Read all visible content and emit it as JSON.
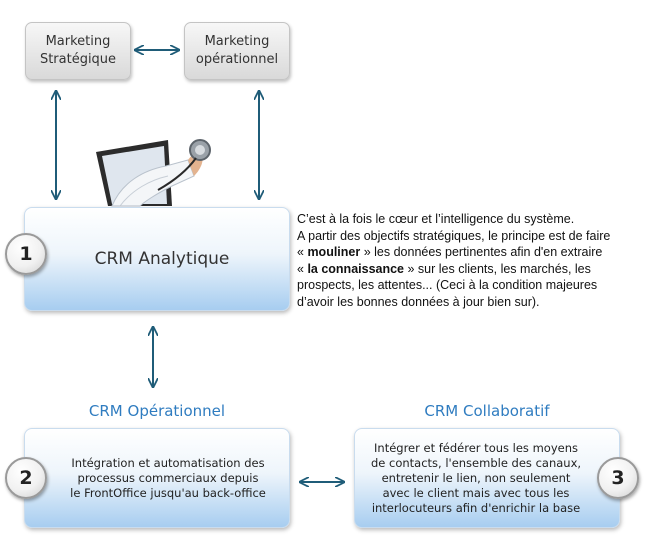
{
  "marketing": {
    "strategique": [
      "Marketing",
      "Stratégique"
    ],
    "operationnel": [
      "Marketing",
      "opérationnel"
    ]
  },
  "analytique": {
    "number": "1",
    "label": "CRM Analytique",
    "desc": {
      "line1": "C’est à la fois le cœur et l’intelligence du système.",
      "line2": "A partir des objectifs stratégiques, le principe est de faire",
      "line3_pre": "« ",
      "line3_bold": "mouliner",
      "line3_post": " » les données pertinentes afin d'en extraire",
      "line4_pre": "« ",
      "line4_bold": "la connaissance",
      "line4_post": " » sur les clients, les marchés, les",
      "line5": "prospects, les attentes... (Ceci à la condition majeures",
      "line6": "d’avoir les bonnes données à jour bien sur)."
    }
  },
  "operationnel": {
    "number": "2",
    "title": "CRM Opérationnel",
    "lines": [
      "Intégration et automatisation des",
      "processus  commerciaux depuis",
      "le FrontOffice jusqu'au back-office"
    ]
  },
  "collaboratif": {
    "number": "3",
    "title": "CRM Collaboratif",
    "lines": [
      "Intégrer et fédérer tous les moyens",
      "de contacts, l'ensemble des canaux,",
      "entretenir le lien, non seulement",
      "avec le client mais avec tous les",
      "interlocuteurs afin d'enrichir la base"
    ]
  },
  "colors": {
    "arrow": "#1f5c78",
    "title_blue": "#2f7cc0"
  }
}
